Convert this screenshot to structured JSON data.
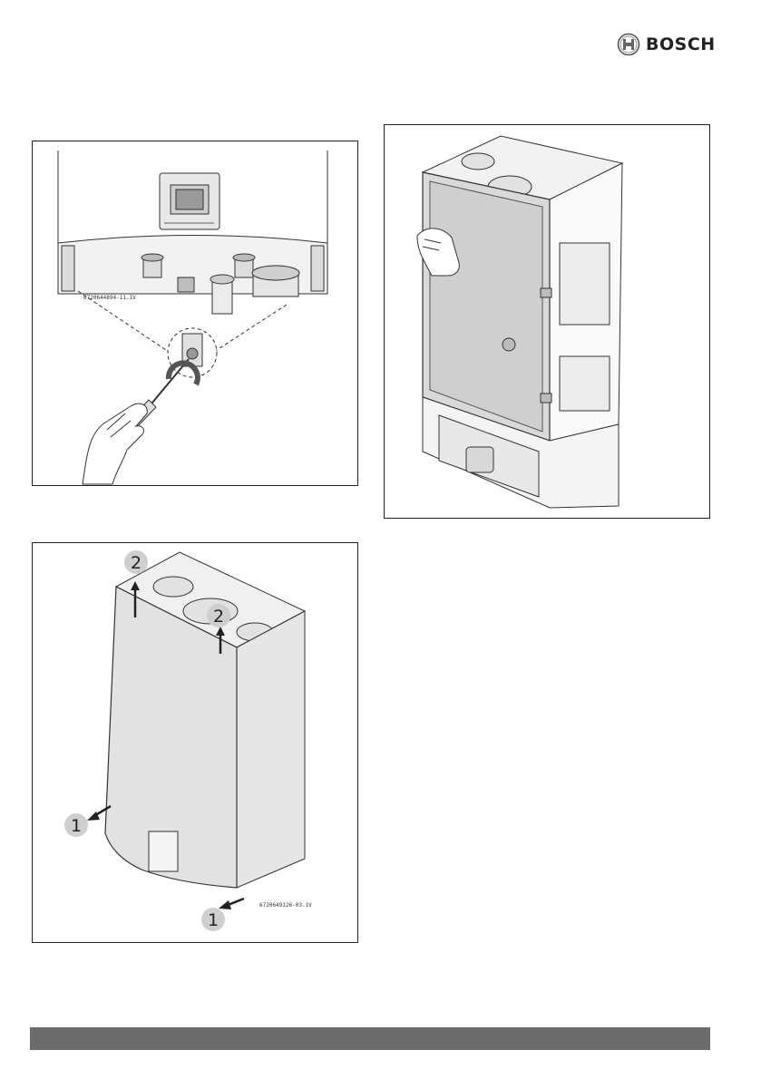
{
  "header": {
    "brand_name": "BOSCH",
    "logo_icon": "bosch-armature-icon"
  },
  "figures": {
    "fig1": {
      "code": "6720644894-11.1V"
    },
    "fig2": {
      "code": ""
    },
    "fig3": {
      "code": "6720649126-03.1V",
      "callouts": [
        "1",
        "2",
        "2",
        "1"
      ]
    }
  },
  "footer": {
    "bar_color": "#6b6b6b"
  }
}
